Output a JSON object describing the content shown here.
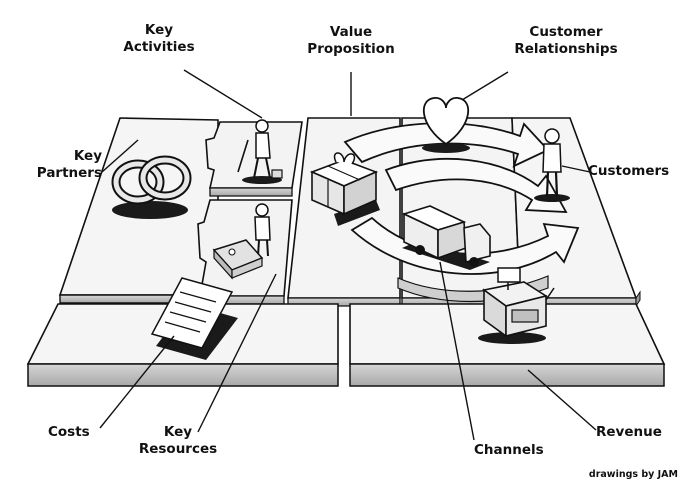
{
  "blocks": {
    "key_activities": "Key\nActivities",
    "value_proposition": "Value\nProposition",
    "customer_relationships": "Customer\nRelationships",
    "key_partners": "Key\nPartners",
    "customers": "Customers",
    "costs": "Costs",
    "key_resources": "Key\nResources",
    "channels": "Channels",
    "revenue": "Revenue"
  },
  "credit": "drawings by JAM",
  "colors": {
    "ink": "#111111",
    "board": "#f4f4f4",
    "side": "#c8c8c8",
    "shadow": "#1a1a1a"
  }
}
